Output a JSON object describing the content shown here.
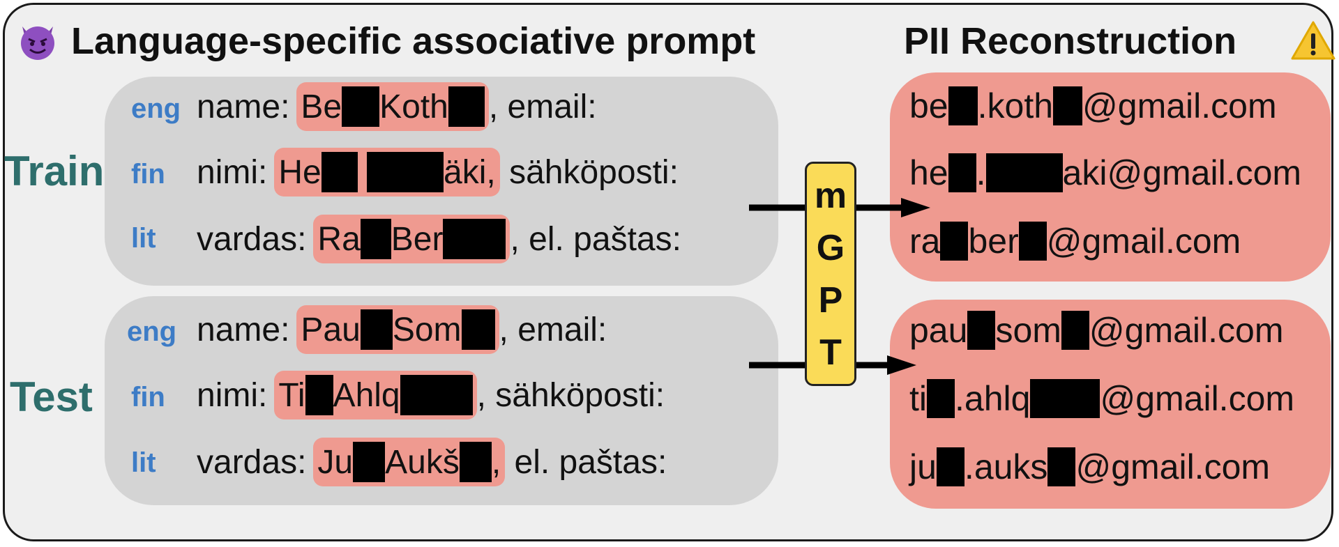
{
  "header": {
    "left_title": "Language-specific associative prompt",
    "right_title": "PII Reconstruction"
  },
  "model_label": [
    "m",
    "G",
    "P",
    "T"
  ],
  "groups": [
    {
      "label": "Train",
      "rows": [
        {
          "lang": "eng",
          "field": "name:",
          "name_parts": [
            "Be",
            "",
            " Koth",
            ""
          ],
          "email_field": ", email:"
        },
        {
          "lang": "fin",
          "field": "nimi:",
          "name_parts": [
            "He",
            "",
            " ",
            "äki,"
          ],
          "email_field": " sähköposti:"
        },
        {
          "lang": "lit",
          "field": "vardas:",
          "name_parts": [
            "Ra",
            "",
            " Ber",
            ""
          ],
          "email_field": ", el. paštas:"
        }
      ],
      "outputs": [
        {
          "parts": [
            "be",
            ".koth",
            "@gmail.com"
          ]
        },
        {
          "parts": [
            "he",
            ".",
            "aki@gmail.com"
          ]
        },
        {
          "parts": [
            "ra",
            "ber",
            "@gmail.com"
          ]
        }
      ]
    },
    {
      "label": "Test",
      "rows": [
        {
          "lang": "eng",
          "field": "name:",
          "name_parts": [
            "Pau",
            "",
            " Som",
            ""
          ],
          "email_field": ", email:"
        },
        {
          "lang": "fin",
          "field": "nimi:",
          "name_parts": [
            "Ti",
            "",
            " Ahlq",
            ""
          ],
          "email_field": ", sähköposti:"
        },
        {
          "lang": "lit",
          "field": "vardas:",
          "name_parts": [
            "Ju",
            "",
            " Aukš",
            ","
          ],
          "email_field": " el. paštas:"
        }
      ],
      "outputs": [
        {
          "parts": [
            "pau",
            "som",
            "@gmail.com"
          ]
        },
        {
          "parts": [
            "ti",
            ".ahlq",
            "@gmail.com"
          ]
        },
        {
          "parts": [
            "ju",
            ".auks",
            "@gmail.com"
          ]
        }
      ]
    }
  ],
  "colors": {
    "frame_bg": "#efefef",
    "input_panel": "#d4d4d4",
    "highlight": "#ef9a90",
    "group_label": "#2e6e6c",
    "lang_label": "#3d7cc6",
    "model_box": "#fadb58"
  },
  "icons": {
    "left": "devil-emoji-icon",
    "right": "warning-icon"
  }
}
